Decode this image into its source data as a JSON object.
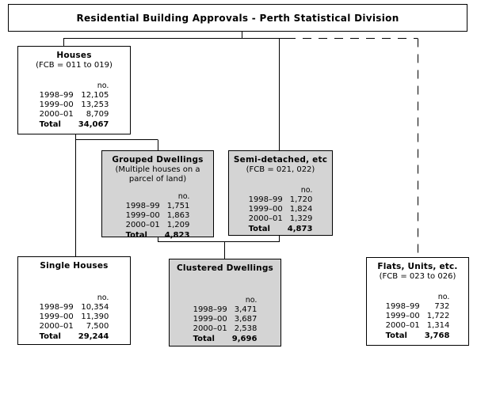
{
  "chart_data": {
    "type": "diagram",
    "title": "Residential Building Approvals - Perth Statistical Division",
    "series_labels": [
      "1998–99",
      "1999–00",
      "2000–01"
    ],
    "unit": "no.",
    "nodes": [
      {
        "id": "houses",
        "label": "Houses",
        "values": [
          12105,
          13253,
          8709
        ],
        "total": 34067
      },
      {
        "id": "grouped",
        "label": "Grouped Dwellings",
        "values": [
          1751,
          1863,
          1209
        ],
        "total": 4823
      },
      {
        "id": "semi",
        "label": "Semi-detached, etc",
        "values": [
          1720,
          1824,
          1329
        ],
        "total": 4873
      },
      {
        "id": "single",
        "label": "Single Houses",
        "values": [
          10354,
          11390,
          7500
        ],
        "total": 29244
      },
      {
        "id": "clustered",
        "label": "Clustered Dwellings",
        "values": [
          3471,
          3687,
          2538
        ],
        "total": 9696
      },
      {
        "id": "flats",
        "label": "Flats, Units, etc.",
        "values": [
          732,
          1722,
          1314
        ],
        "total": 3768
      }
    ]
  },
  "title": {
    "text": "Residential Building Approvals - Perth Statistical Division"
  },
  "labels": {
    "unit": "no.",
    "total": "Total",
    "year1": "1998–99",
    "year2": "1999–00",
    "year3": "2000–01"
  },
  "houses": {
    "title": "Houses",
    "subtitle": "(FCB = 011 to 019)",
    "unit": "no.",
    "year1": "1998–99",
    "year2": "1999–00",
    "year3": "2000–01",
    "value1": "12,105",
    "value2": "13,253",
    "value3": "8,709",
    "total_label": "Total",
    "total_value": "34,067"
  },
  "grouped": {
    "title": "Grouped Dwellings",
    "subtitle1": "(Multiple houses on  a",
    "subtitle2": "parcel of land)",
    "unit": "no.",
    "year1": "1998–99",
    "year2": "1999–00",
    "year3": "2000–01",
    "value1": "1,751",
    "value2": "1,863",
    "value3": "1,209",
    "total_label": "Total",
    "total_value": "4,823"
  },
  "semi": {
    "title": "Semi-detached, etc",
    "subtitle": "(FCB = 021, 022)",
    "unit": "no.",
    "year1": "1998–99",
    "year2": "1999–00",
    "year3": "2000–01",
    "value1": "1,720",
    "value2": "1,824",
    "value3": "1,329",
    "total_label": "Total",
    "total_value": "4,873"
  },
  "single": {
    "title": "Single Houses",
    "unit": "no.",
    "year1": "1998–99",
    "year2": "1999–00",
    "year3": "2000–01",
    "value1": "10,354",
    "value2": "11,390",
    "value3": "7,500",
    "total_label": "Total",
    "total_value": "29,244"
  },
  "clustered": {
    "title": "Clustered Dwellings",
    "unit": "no.",
    "year1": "1998–99",
    "year2": "1999–00",
    "year3": "2000–01",
    "value1": "3,471",
    "value2": "3,687",
    "value3": "2,538",
    "total_label": "Total",
    "total_value": "9,696"
  },
  "flats": {
    "title": "Flats, Units, etc.",
    "subtitle": "(FCB = 023 to 026)",
    "unit": "no.",
    "year1": "1998–99",
    "year2": "1999–00",
    "year3": "2000–01",
    "value1": "732",
    "value2": "1,722",
    "value3": "1,314",
    "total_label": "Total",
    "total_value": "3,768"
  },
  "colors": {
    "shaded_box": "#d4d4d4",
    "plain_box": "#ffffff",
    "line": "#000000"
  }
}
